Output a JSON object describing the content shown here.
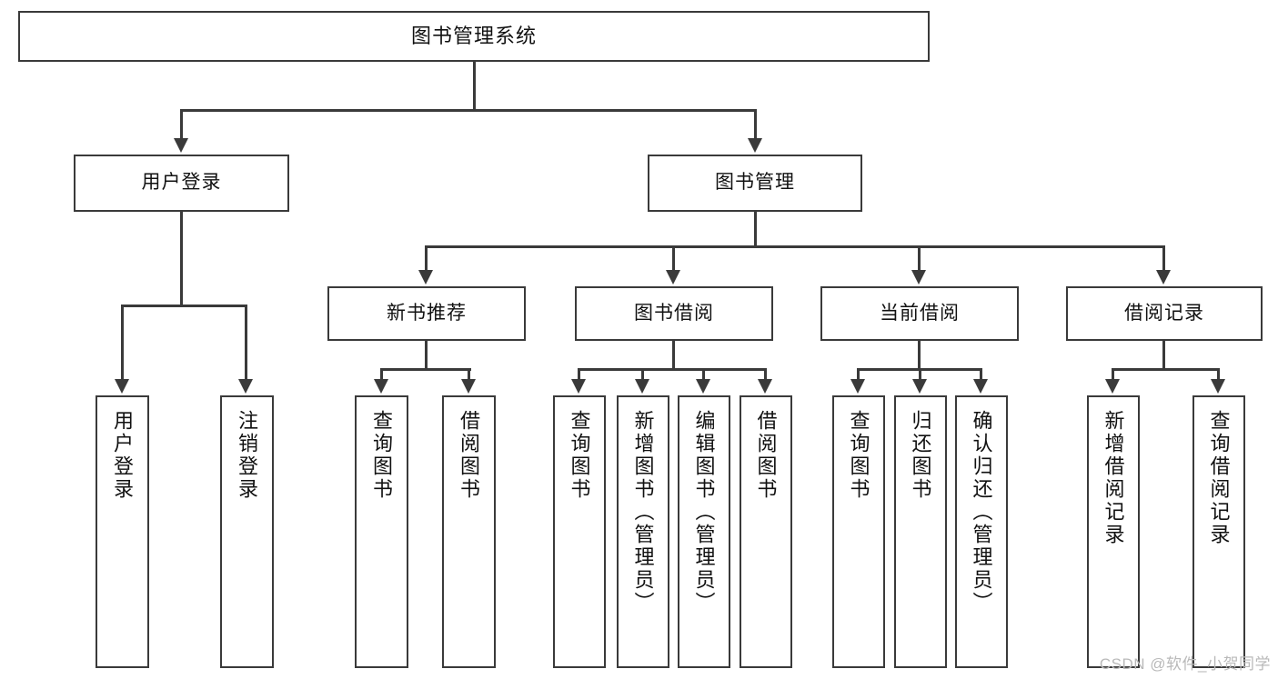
{
  "diagram": {
    "type": "tree-hierarchy",
    "title": "图书管理系统",
    "orientation": "top-down",
    "colors": {
      "box_border": "#3a3a3a",
      "box_fill": "#ffffff",
      "connector": "#3a3a3a",
      "text": "#111111",
      "watermark": "#b9b9b9",
      "background": "#ffffff"
    },
    "root": {
      "label": "图书管理系统"
    },
    "level2": [
      {
        "id": "user-login",
        "label": "用户登录"
      },
      {
        "id": "book-management",
        "label": "图书管理"
      }
    ],
    "level3": [
      {
        "id": "new-book-recommend",
        "label": "新书推荐"
      },
      {
        "id": "book-borrow",
        "label": "图书借阅"
      },
      {
        "id": "current-borrow",
        "label": "当前借阅"
      },
      {
        "id": "borrow-record",
        "label": "借阅记录"
      }
    ],
    "leaves": {
      "user_login": [
        {
          "id": "leaf-user-login",
          "label": "用户登录"
        },
        {
          "id": "leaf-logout-login",
          "label": "注销登录"
        }
      ],
      "new_book_recommend": [
        {
          "id": "leaf-query-book-1",
          "label": "查询图书"
        },
        {
          "id": "leaf-borrow-book-1",
          "label": "借阅图书"
        }
      ],
      "book_borrow": [
        {
          "id": "leaf-query-book-2",
          "label": "查询图书"
        },
        {
          "id": "leaf-add-book",
          "label": "新增图书（管理员）"
        },
        {
          "id": "leaf-edit-book",
          "label": "编辑图书（管理员）"
        },
        {
          "id": "leaf-borrow-book-2",
          "label": "借阅图书"
        }
      ],
      "current_borrow": [
        {
          "id": "leaf-query-book-3",
          "label": "查询图书"
        },
        {
          "id": "leaf-return-book",
          "label": "归还图书"
        },
        {
          "id": "leaf-confirm-return",
          "label": "确认归还（管理员）"
        }
      ],
      "borrow_record": [
        {
          "id": "leaf-add-record",
          "label": "新增借阅记录"
        },
        {
          "id": "leaf-query-record",
          "label": "查询借阅记录"
        }
      ]
    }
  },
  "watermark": {
    "text": "CSDN @软件_小贺同学"
  }
}
